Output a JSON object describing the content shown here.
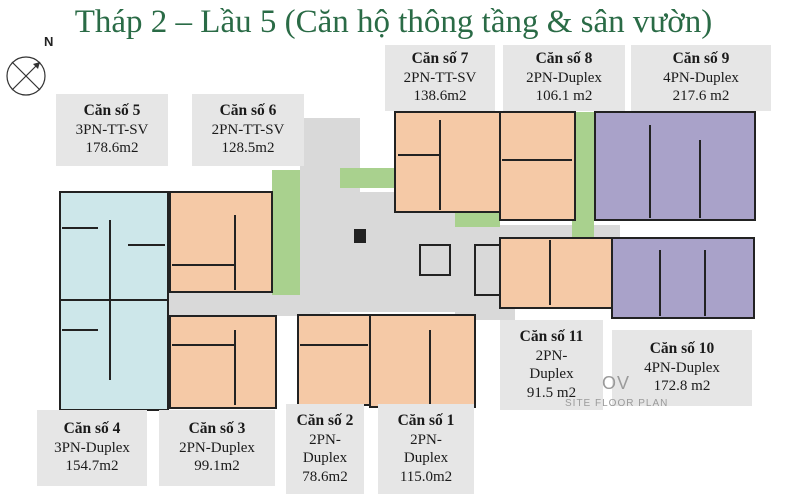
{
  "title": "Tháp 2 – Lầu 5 (Căn hộ thông tầng & sân vườn)",
  "compass": {
    "label": "N"
  },
  "colors": {
    "title": "#2a6b46",
    "apartment_orange": "#f5c9a6",
    "apartment_blue": "#cde7ea",
    "apartment_purple": "#a9a2c9",
    "garden_green": "#a9d18e",
    "core_gray": "#d9d9d9",
    "label_bg": "#e6e6e6"
  },
  "units": [
    {
      "name": "Căn số 1",
      "type_lines": [
        "2PN-",
        "Duplex"
      ],
      "area": "115.0m2"
    },
    {
      "name": "Căn số 2",
      "type_lines": [
        "2PN-",
        "Duplex"
      ],
      "area": "78.6m2"
    },
    {
      "name": "Căn số 3",
      "type_lines": [
        "2PN-Duplex"
      ],
      "area": "99.1m2"
    },
    {
      "name": "Căn số 4",
      "type_lines": [
        "3PN-Duplex"
      ],
      "area": "154.7m2"
    },
    {
      "name": "Căn số 5",
      "type_lines": [
        "3PN-TT-SV"
      ],
      "area": "178.6m2"
    },
    {
      "name": "Căn số 6",
      "type_lines": [
        "2PN-TT-SV"
      ],
      "area": "128.5m2"
    },
    {
      "name": "Căn số 7",
      "type_lines": [
        "2PN-TT-SV"
      ],
      "area": "138.6m2"
    },
    {
      "name": "Căn số 8",
      "type_lines": [
        "2PN-Duplex"
      ],
      "area": "106.1 m2"
    },
    {
      "name": "Căn số 9",
      "type_lines": [
        "4PN-Duplex"
      ],
      "area": "217.6 m2"
    },
    {
      "name": "Căn số 10",
      "type_lines": [
        "4PN-Duplex"
      ],
      "area": "172.8 m2"
    },
    {
      "name": "Căn số 11",
      "type_lines": [
        "2PN-",
        "Duplex"
      ],
      "area": "91.5 m2"
    }
  ],
  "watermark": {
    "big": "OV",
    "small": "SITE FLOOR PLAN"
  }
}
